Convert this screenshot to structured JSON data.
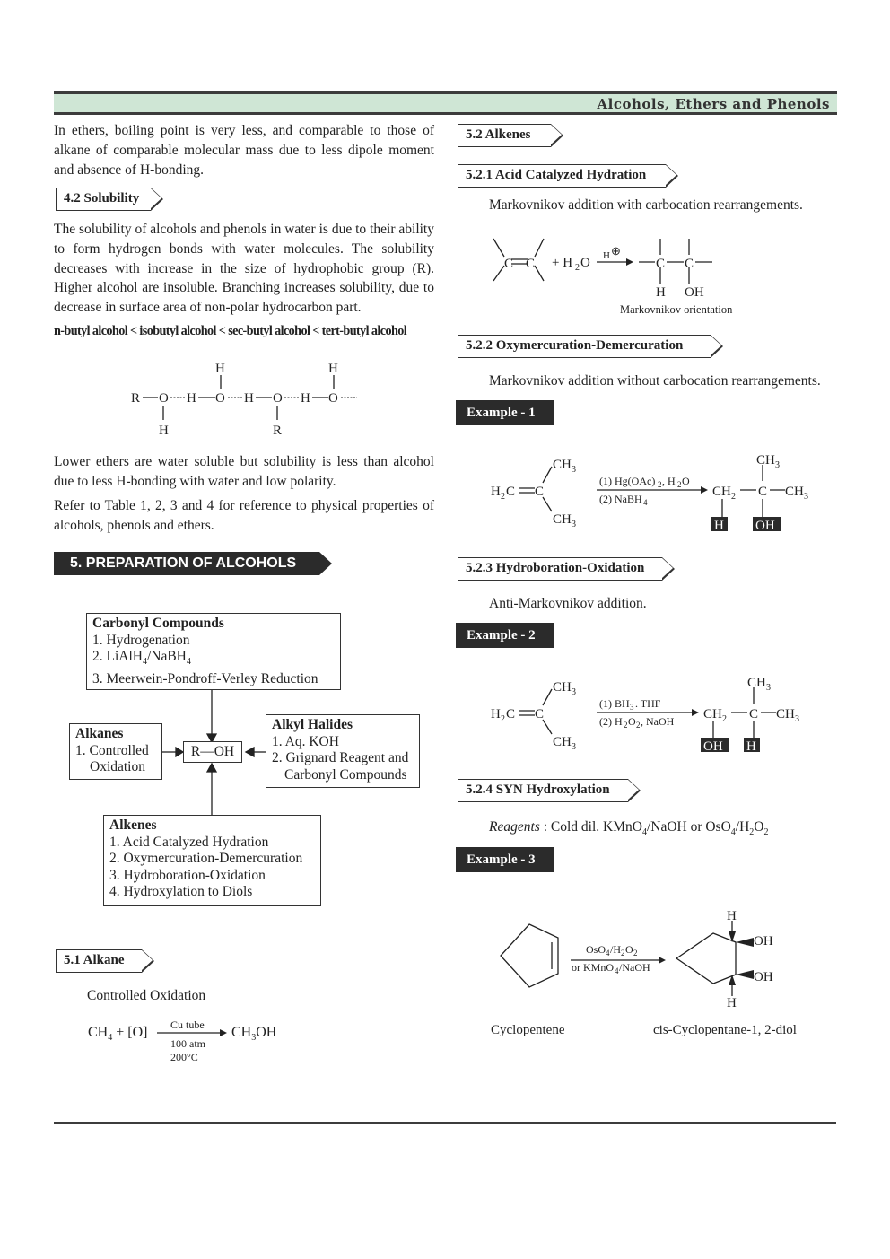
{
  "header": {
    "title": "Alcohols, Ethers and Phenols"
  },
  "left": {
    "intro_para": "In ethers, boiling point is very less, and comparable to those of alkane of comparable molecular mass due to less dipole moment and absence of H-bonding.",
    "solubility_tag": "4.2 Solubility",
    "solubility_para": "The solubility of alcohols and phenols in water is due to their ability to form hydrogen bonds with water molecules. The solubility decreases with increase in the size of hydrophobic group (R). Higher alcohol are insoluble. Branching increases solubility, due to decrease in surface area of non-polar hydrocarbon part.",
    "order_line": "n-butyl alcohol < isobutyl alcohol < sec-butyl alcohol < tert-butyl alcohol",
    "ethers_para": "Lower ethers are water soluble but solubility is less than alcohol due to less H-bonding with water and low polarity.",
    "refer_para": "Refer to Table 1, 2, 3 and 4 for reference to physical properties of alcohols, phenols and ethers.",
    "section5_title": "5.   PREPARATION OF ALCOHOLS",
    "flow": {
      "carbonyl_title": "Carbonyl Compounds",
      "carbonyl_1": "1. Hydrogenation",
      "carbonyl_2a": "2. LiAlH",
      "carbonyl_2b": "/NaBH",
      "carbonyl_3": "3. Meerwein-Pondroff-Verley Reduction",
      "alkanes_title": "Alkanes",
      "alkanes_1": "1. Controlled",
      "alkanes_2": "Oxidation",
      "center": "R—OH",
      "halides_title": "Alkyl Halides",
      "halides_1": "1. Aq. KOH",
      "halides_2": "2. Grignard Reagent and",
      "halides_3": "Carbonyl Compounds",
      "alkenes_title": "Alkenes",
      "alkenes_1": "1. Acid Catalyzed Hydration",
      "alkenes_2": "2. Oxymercuration-Demercuration",
      "alkenes_3": "3. Hydroboration-Oxidation",
      "alkenes_4": "4. Hydroxylation to Diols"
    },
    "alkane_tag": "5.1  Alkane",
    "controlled_oxidation": "Controlled Oxidation",
    "alkane_rxn": {
      "reactant": "CH",
      "oxy": " + [O]",
      "cond1": "Cu tube",
      "cond2": "100 atm",
      "cond3": "200°C",
      "product": "CH",
      "product_tail": "OH"
    }
  },
  "right": {
    "alkenes_tag": "5.2  Alkenes",
    "acid_tag": "5.2.1 Acid Catalyzed Hydration",
    "acid_desc": "Markovnikov addition with carbocation rearrangements.",
    "markovnikov_orientation": "Markovnikov orientation",
    "oxy_tag": "5.2.2 Oxymercuration-Demercuration",
    "oxy_desc": "Markovnikov addition without carbocation rearrangements.",
    "example1": "Example - 1",
    "hydro_tag": "5.2.3 Hydroboration-Oxidation",
    "hydro_desc": "Anti-Markovnikov addition.",
    "example2": "Example - 2",
    "syn_tag": "5.2.4 SYN Hydroxylation",
    "syn_reagents_label": "Reagents",
    "syn_reagents": " : Cold dil. KMnO",
    "example3": "Example - 3",
    "cyclopentene": "Cyclopentene",
    "diol": "cis-Cyclopentane-1, 2-diol"
  }
}
